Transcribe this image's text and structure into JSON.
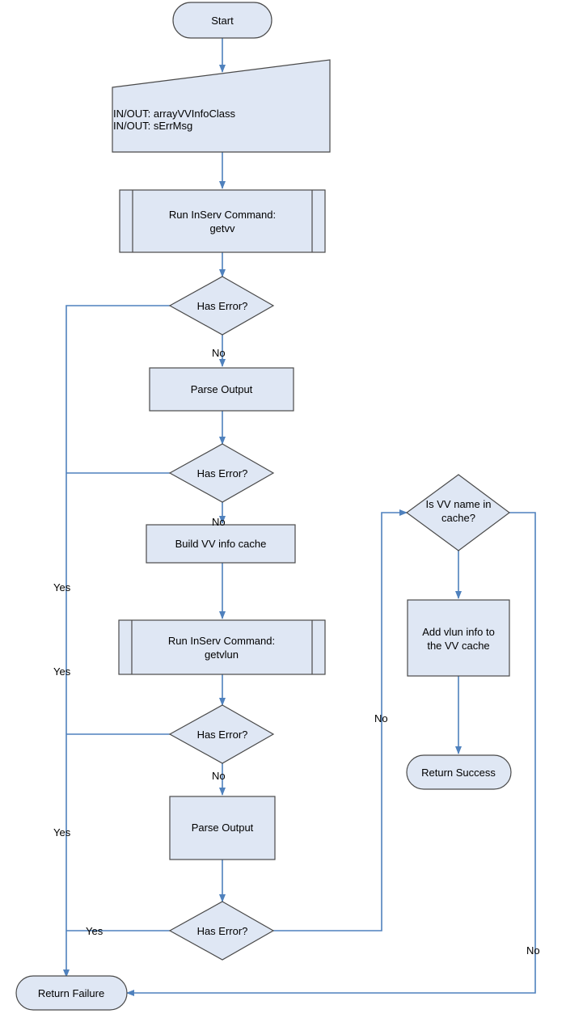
{
  "nodes": {
    "start": {
      "label": "Start"
    },
    "io": {
      "lines": [
        "IN/OUT: arrayVVInfoClass",
        "IN/OUT: sErrMsg"
      ]
    },
    "run_getvv": {
      "lines": [
        "Run InServ Command:",
        "getvv"
      ]
    },
    "decision_1": {
      "label": "Has Error?"
    },
    "parse_output_1": {
      "label": "Parse Output"
    },
    "decision_2": {
      "label": "Has Error?"
    },
    "build_cache": {
      "label": "Build VV info cache"
    },
    "run_getvlun": {
      "lines": [
        "Run InServ Command:",
        "getvlun"
      ]
    },
    "decision_3": {
      "label": "Has Error?"
    },
    "parse_output_2": {
      "label": "Parse Output"
    },
    "decision_4": {
      "label": "Has Error?"
    },
    "decision_vv_name": {
      "lines": [
        "Is VV name in",
        "cache?"
      ]
    },
    "add_vlun": {
      "lines": [
        "Add vlun info to",
        "the VV cache"
      ]
    },
    "return_success": {
      "label": "Return Success"
    },
    "return_failure": {
      "label": "Return Failure"
    }
  },
  "edge_labels": {
    "no_1": "No",
    "no_2": "No",
    "no_3": "No",
    "yes_1": "Yes",
    "yes_2": "Yes",
    "yes_3": "Yes",
    "yes_4": "Yes",
    "no_to_vv_check": "No",
    "no_to_failure": "No"
  },
  "colors": {
    "shape_fill": "#dfe7f4",
    "shape_stroke": "#4a4a4a",
    "connector": "#4f81bd"
  }
}
